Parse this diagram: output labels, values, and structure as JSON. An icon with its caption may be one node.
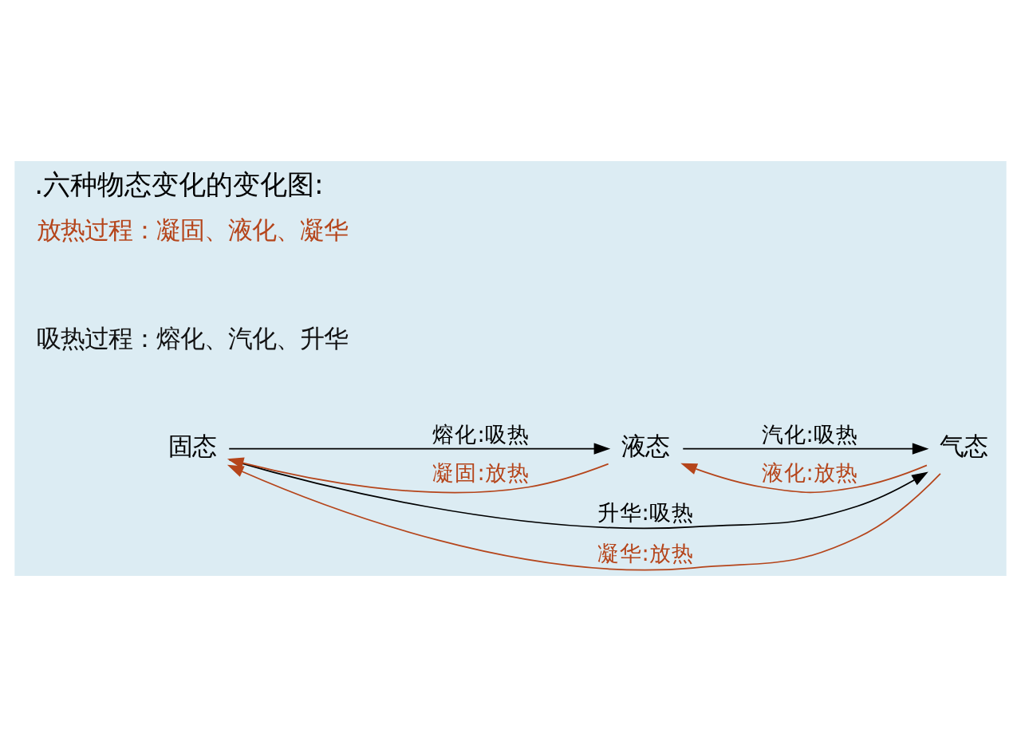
{
  "diagram": {
    "title": ".六种物态变化的变化图:",
    "nodes": [
      {
        "text": [
          "固态"
        ]
      },
      {
        "text": [
          "液态"
        ]
      },
      {
        "text": [
          "气态"
        ]
      }
    ],
    "edges": [
      {
        "from": 0,
        "to": 2,
        "arrow": "to",
        "label": "升华:吸热"
      },
      {
        "from": 0,
        "to": 1,
        "arrow": "to",
        "label": "熔化:吸热"
      },
      {
        "from": 1,
        "to": 2,
        "arrow": "to",
        "label": "汽化:吸热"
      },
      {
        "from": 1,
        "to": 0,
        "arrow": "to",
        "label": "凝固:放热",
        "color": "#b5451b"
      },
      {
        "from": 2,
        "to": 1,
        "arrow": "to",
        "label": "液化:放热",
        "color": "#b5451b"
      },
      {
        "from": 2,
        "to": 0,
        "arrow": "to",
        "label": "凝华:放热",
        "color": "#b5451b"
      }
    ],
    "labels": [
      "吸热过程：熔化、汽化、升华",
      "放热过程：凝固、液化、凝华"
    ]
  }
}
